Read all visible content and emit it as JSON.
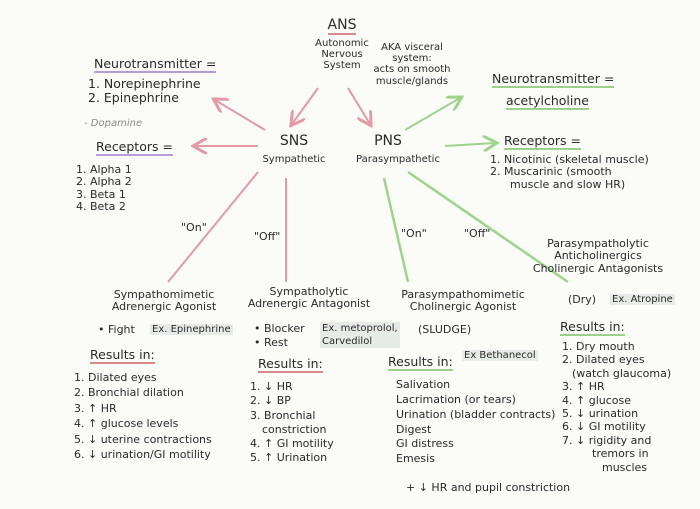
{
  "ans": {
    "title": "ANS",
    "subtitle_lines": [
      "Autonomic",
      "Nervous",
      "System"
    ],
    "aka_lines": [
      "AKA visceral",
      "system:",
      "acts on smooth",
      "muscle/glands"
    ]
  },
  "sns": {
    "abbr": "SNS",
    "name": "Sympathetic",
    "neurotransmitter_header": "Neurotransmitter =",
    "neurotransmitters": [
      "1. Norepinephrine",
      "2. Epinephrine"
    ],
    "dopamine_note": "- Dopamine",
    "receptors_header": "Receptors =",
    "receptors": [
      "1. Alpha 1",
      "2. Alpha 2",
      "3. Beta 1",
      "4. Beta 2"
    ]
  },
  "pns": {
    "abbr": "PNS",
    "name": "Parasympathetic",
    "neurotransmitter_header": "Neurotransmitter =",
    "neurotransmitter": "acetylcholine",
    "receptors_header": "Receptors =",
    "receptors": [
      "1. Nicotinic (skeletal muscle)",
      "2. Muscarinic (smooth",
      "muscle and slow HR)"
    ]
  },
  "labels": {
    "on": "\"On\"",
    "off": "\"Off\""
  },
  "sympathomimetic": {
    "title_lines": [
      "Sympathomimetic",
      "Adrenergic Agonist"
    ],
    "bullet": "• Fight",
    "example": "Ex. Epinephrine",
    "results_header": "Results in:",
    "results": [
      "1. Dilated eyes",
      "2. Bronchial dilation",
      "3. ↑ HR",
      "4. ↑ glucose levels",
      "5. ↓ uterine contractions",
      "6. ↓ urination/GI motility"
    ]
  },
  "sympatholytic": {
    "title_lines": [
      "Sympatholytic",
      "Adrenergic Antagonist"
    ],
    "bullets": [
      "• Blocker",
      "• Rest"
    ],
    "example_lines": [
      "Ex. metoprolol,",
      "Carvedilol"
    ],
    "results_header": "Results in:",
    "results": [
      "1. ↓ HR",
      "2. ↓ BP",
      "3. Bronchial",
      "constriction",
      "4. ↑ GI motility",
      "5. ↑ Urination"
    ]
  },
  "parasympathomimetic": {
    "title_lines": [
      "Parasympathomimetic",
      "Cholinergic Agonist"
    ],
    "sludge": "(SLUDGE)",
    "results_header": "Results in:",
    "example": "Ex Bethanecol",
    "results": [
      "Salivation",
      "Lacrimation (or tears)",
      "Urination (bladder contracts)",
      "Digest",
      "GI distress",
      "Emesis"
    ],
    "footer": "+ ↓ HR and pupil constriction"
  },
  "parasympatholytic": {
    "title_lines": [
      "Parasympatholytic",
      "Anticholinergics",
      "Cholinergic Antagonists"
    ],
    "dry": "(Dry)",
    "example": "Ex. Atropine",
    "results_header": "Results in:",
    "results": [
      "1. Dry mouth",
      "2. Dilated eyes",
      "(watch glaucoma)",
      "3. ↑ HR",
      "4. ↑ glucose",
      "5. ↓ urination",
      "6. ↓ GI motility",
      "7. ↓ rigidity and",
      "tremors in",
      "muscles"
    ]
  },
  "colors": {
    "red_arrow": "#e39aa4",
    "green_arrow": "#9ed38c",
    "ink": "#2a2a2a",
    "highlight": "#e7ebe7"
  }
}
